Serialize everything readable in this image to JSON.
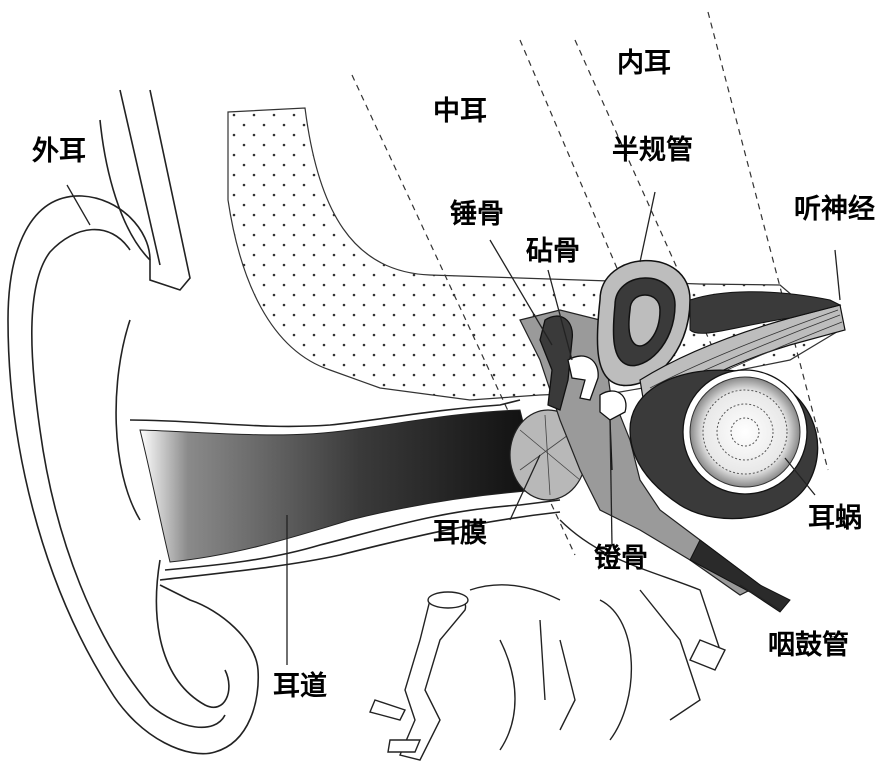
{
  "labels": {
    "outer_ear": "外耳",
    "middle_ear": "中耳",
    "inner_ear": "内耳",
    "semicircular_canals": "半规管",
    "auditory_nerve": "听神经",
    "malleus": "锤骨",
    "incus": "砧骨",
    "cochlea": "耳蜗",
    "eardrum": "耳膜",
    "stapes": "镫骨",
    "eustachian_tube": "咽鼓管",
    "ear_canal": "耳道"
  },
  "colors": {
    "line": "#222222",
    "canal_dark": "#1c1c1c",
    "gray_fill": "#9a9a9a",
    "dark_fill": "#3a3a3a"
  }
}
